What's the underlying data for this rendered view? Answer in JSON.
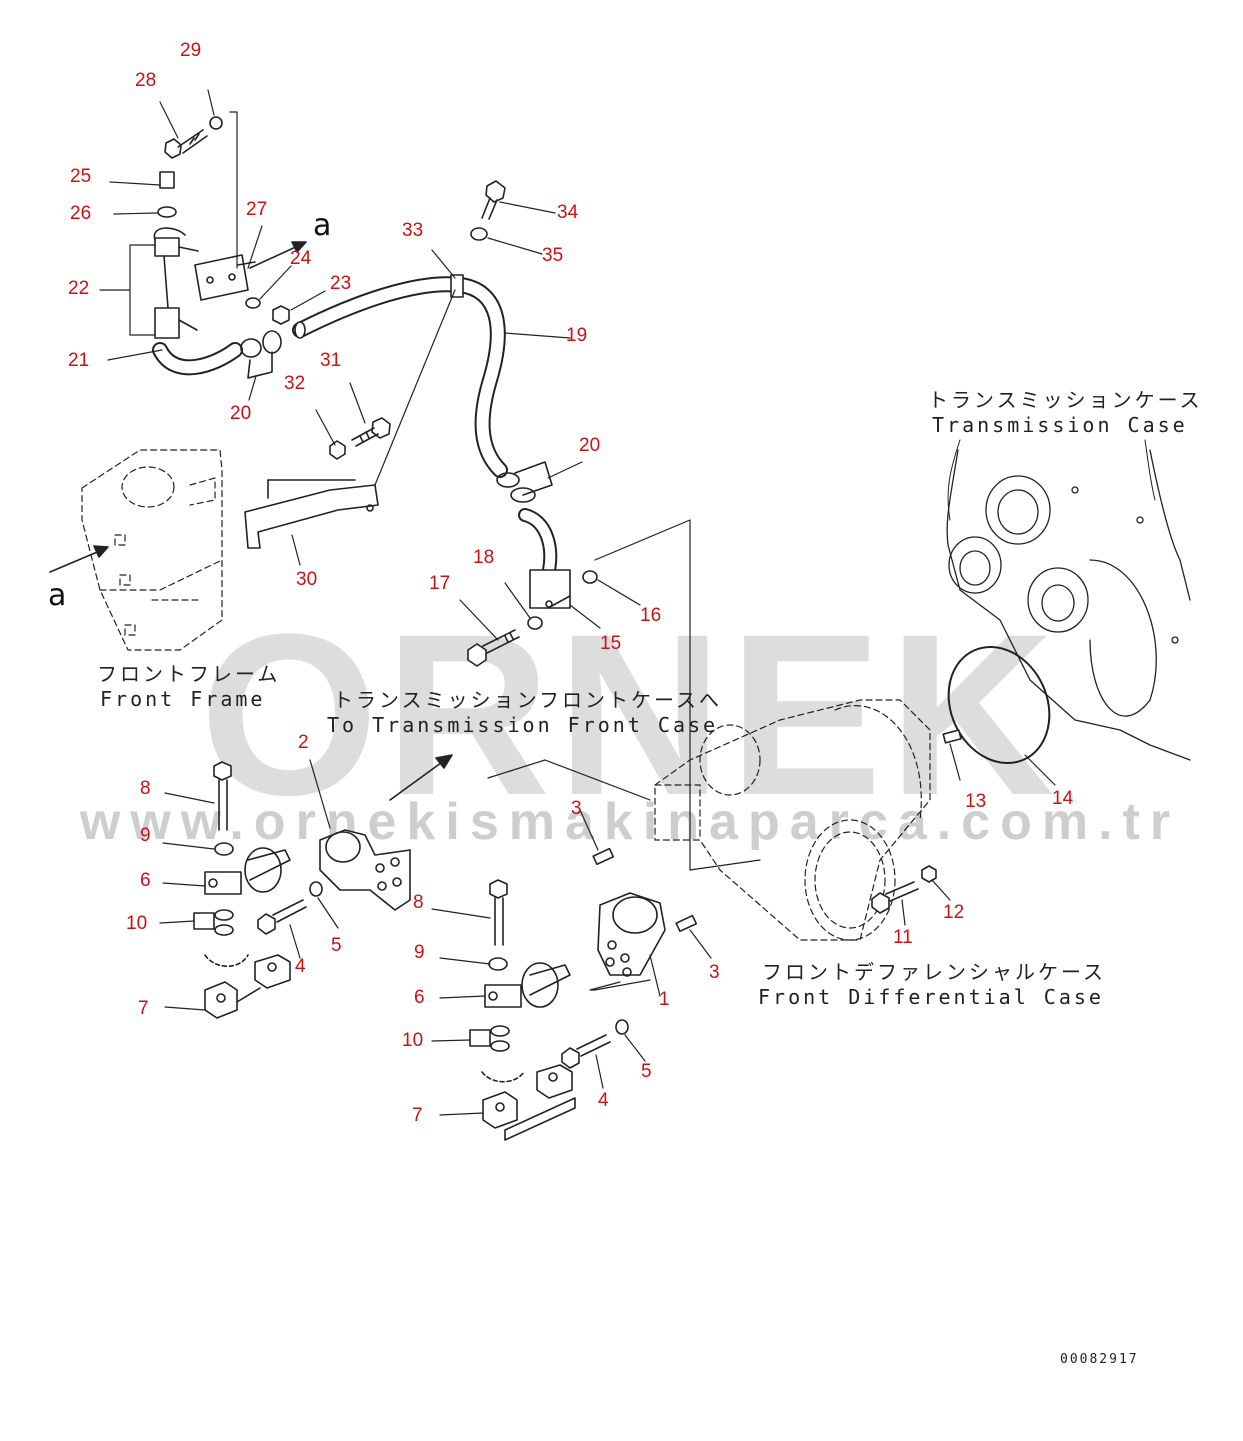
{
  "watermark": {
    "logo": "ORNEK",
    "url": "www.ornekismakinaparca.com.tr"
  },
  "view_marker": "a",
  "captions": {
    "transmission_case": {
      "ja": "トランスミッションケース",
      "en": "Transmission Case"
    },
    "front_frame": {
      "ja": "フロントフレーム",
      "en": "Front Frame"
    },
    "to_transmission_front_case": {
      "ja": "トランスミッションフロントケースへ",
      "en": "To Transmission Front Case"
    },
    "front_differential_case": {
      "ja": "フロントデファレンシャルケース",
      "en": "Front Differential Case"
    }
  },
  "callouts": [
    "29",
    "28",
    "25",
    "26",
    "27",
    "22",
    "24",
    "23",
    "21",
    "20",
    "31",
    "32",
    "33",
    "34",
    "35",
    "19",
    "20",
    "30",
    "18",
    "17",
    "16",
    "15",
    "2",
    "8",
    "3",
    "9",
    "13",
    "14",
    "6",
    "12",
    "10",
    "8",
    "5",
    "4",
    "11",
    "9",
    "3",
    "6",
    "1",
    "7",
    "10",
    "5",
    "4",
    "7"
  ],
  "figure_number": "00082917",
  "colors": {
    "callout": "#cc1111",
    "line": "#222222",
    "watermark": "#d2d2d2"
  }
}
